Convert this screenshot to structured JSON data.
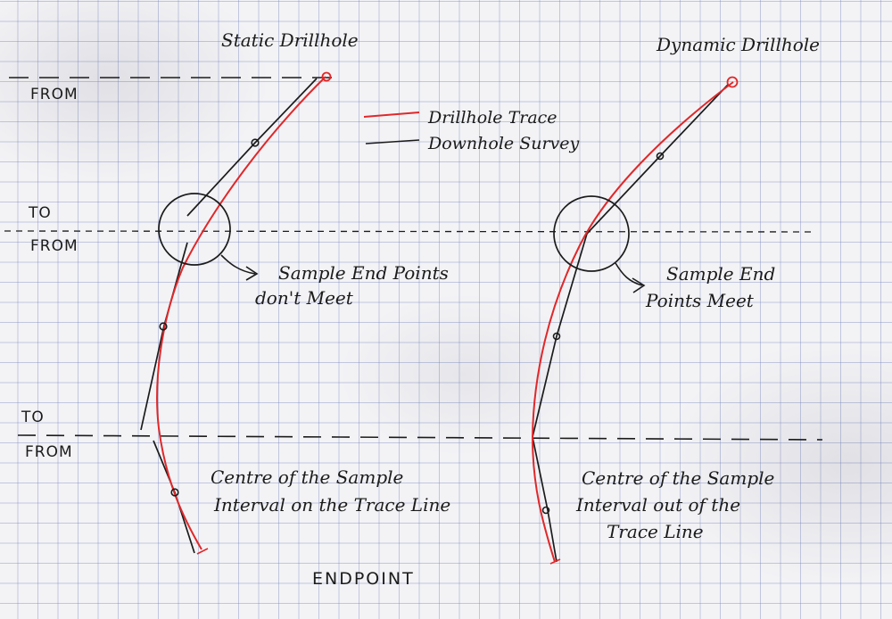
{
  "titles": {
    "static": "Static Drillhole",
    "dynamic": "Dynamic Drillhole"
  },
  "legend": {
    "trace": "Drillhole Trace",
    "survey": "Downhole Survey"
  },
  "interval_labels": {
    "from_top": "FROM",
    "to_mid": "TO",
    "from_mid": "FROM",
    "to_low": "TO",
    "from_low": "FROM"
  },
  "notes": {
    "static_endpoints": [
      "Sample End Points",
      "don't Meet"
    ],
    "dynamic_endpoints": [
      "Sample End",
      "Points Meet"
    ],
    "static_centre": [
      "Centre of the Sample",
      "Interval on the Trace Line"
    ],
    "dynamic_centre": [
      "Centre of the Sample",
      "Interval out of the",
      "Trace Line"
    ]
  },
  "footer": {
    "endpoint": "ENDPOINT"
  },
  "colors": {
    "trace": "#e0282a",
    "survey": "#1b1b1b",
    "grid": "#6e7db9"
  }
}
